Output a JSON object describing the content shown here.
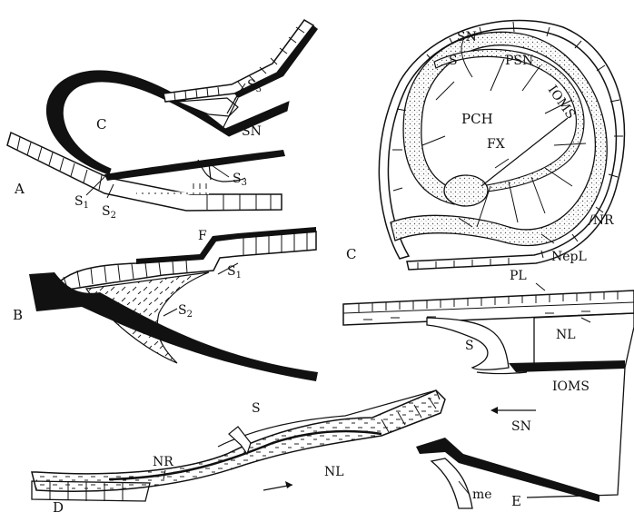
{
  "panels": {
    "A": {
      "panel_label": "A",
      "labels": {
        "C": "C",
        "SN": "SN",
        "S3_top": "S",
        "S3_bottom": "S",
        "S1": "S",
        "S2": "S"
      },
      "subscripts": {
        "S3_top": "3",
        "S3_bottom": "3",
        "S1": "1",
        "S2": "2"
      }
    },
    "B": {
      "panel_label": "B",
      "labels": {
        "F": "F",
        "S1": "S",
        "S2": "S"
      },
      "subscripts": {
        "S1": "1",
        "S2": "2"
      }
    },
    "C": {
      "panel_label": "C",
      "labels": {
        "SN": "SN",
        "S": "S",
        "PSN": "PSN",
        "IOMS": "IOMS",
        "PCH": "PCH",
        "FX": "FX",
        "NR": "NR",
        "NepL": "NepL"
      }
    },
    "D": {
      "panel_label": "D",
      "labels": {
        "NR": "NR",
        "S": "S",
        "NL": "NL"
      }
    },
    "E": {
      "panel_label": "E",
      "labels": {
        "PL": "PL",
        "NL": "NL",
        "S": "S",
        "IOMS": "IOMS",
        "SN": "SN",
        "me": "me"
      }
    }
  }
}
